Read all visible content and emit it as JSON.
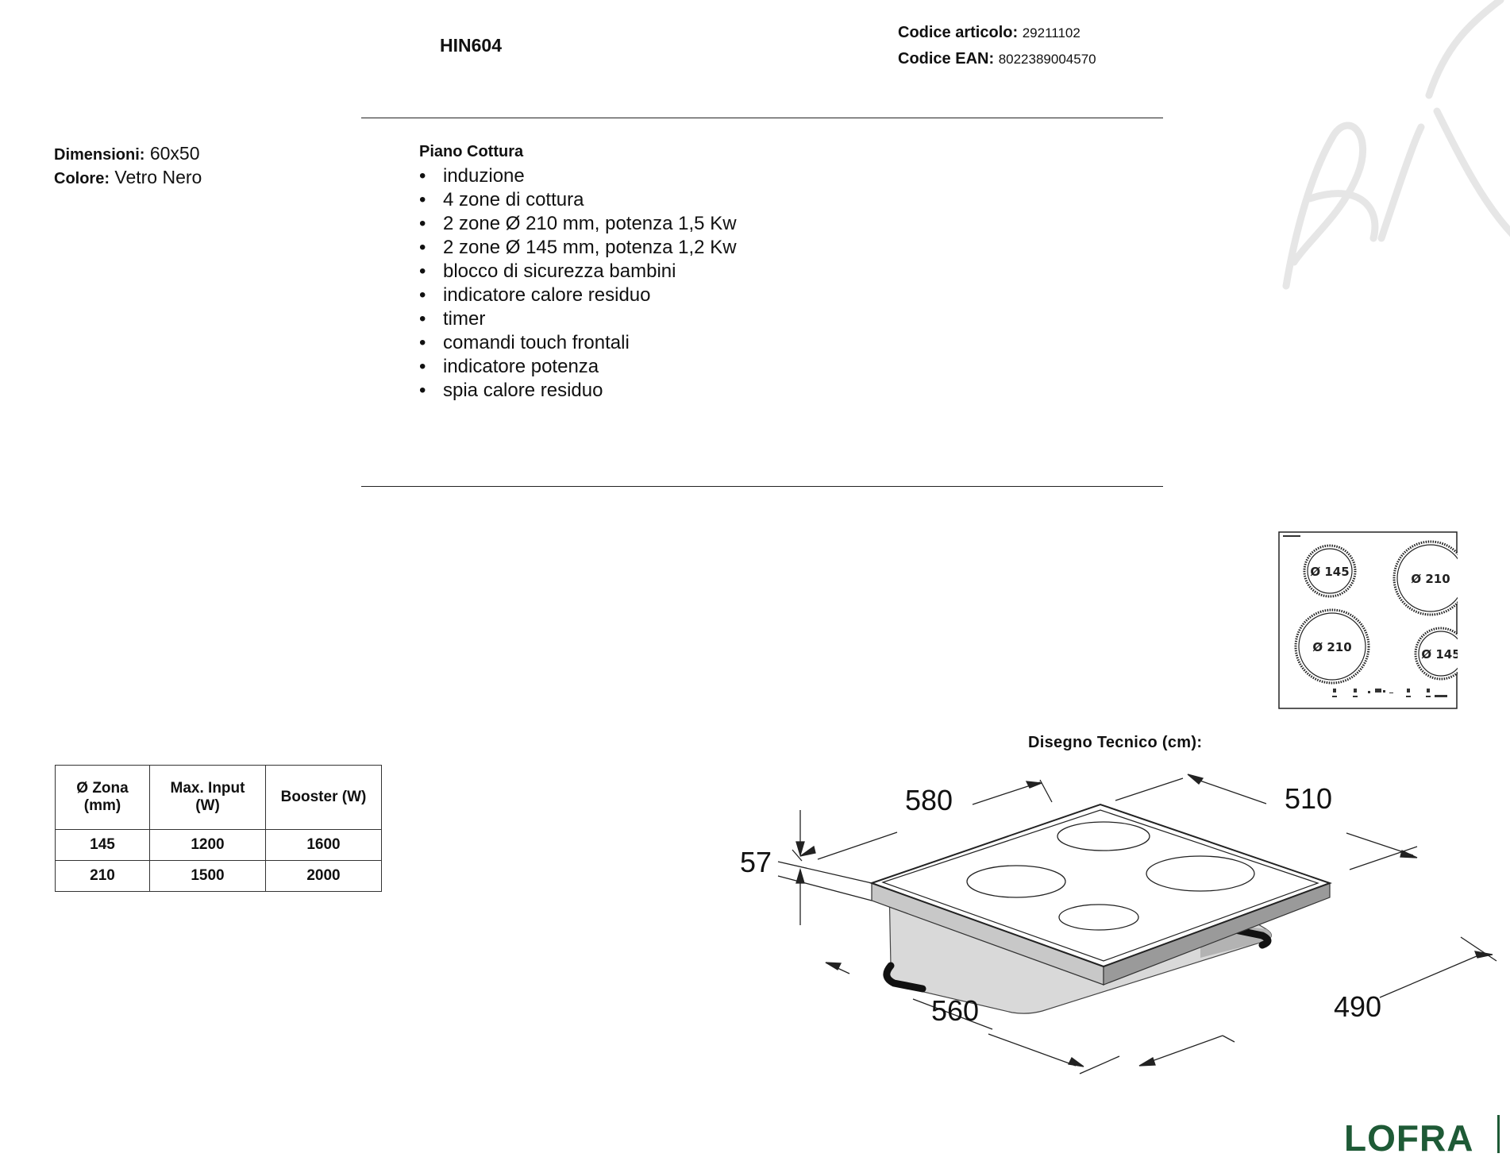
{
  "header": {
    "model": "HIN604",
    "code_label": "Codice articolo:",
    "code_value": "29211102",
    "ean_label": "Codice EAN:",
    "ean_value": "8022389004570"
  },
  "specs": {
    "dim_label": "Dimensioni:",
    "dim_value": "60x50",
    "color_label": "Colore:",
    "color_value": "Vetro Nero"
  },
  "features": {
    "title": "Piano Cottura",
    "items": [
      "induzione",
      "4 zone di cottura",
      "2 zone Ø 210 mm, potenza 1,5 Kw",
      "2 zone Ø 145 mm, potenza 1,2 Kw",
      "blocco di sicurezza bambini",
      "indicatore calore residuo",
      "timer",
      "comandi touch frontali",
      "indicatore potenza",
      "spia calore residuo"
    ]
  },
  "top_view": {
    "zones": [
      "Ø 145",
      "Ø 210",
      "Ø 210",
      "Ø 145"
    ]
  },
  "drawing": {
    "title": "Disegno Tecnico (cm):",
    "dims": {
      "width": "580",
      "depth": "510",
      "height": "57",
      "cut_width": "560",
      "cut_depth": "490"
    }
  },
  "table": {
    "headers": [
      "Ø Zona\n(mm)",
      "Max. Input\n(W)",
      "Booster (W)"
    ],
    "rows": [
      [
        "145",
        "1200",
        "1600"
      ],
      [
        "210",
        "1500",
        "2000"
      ]
    ]
  },
  "brand": {
    "logo_text": "LOFRA",
    "color": "#1e5a36"
  }
}
